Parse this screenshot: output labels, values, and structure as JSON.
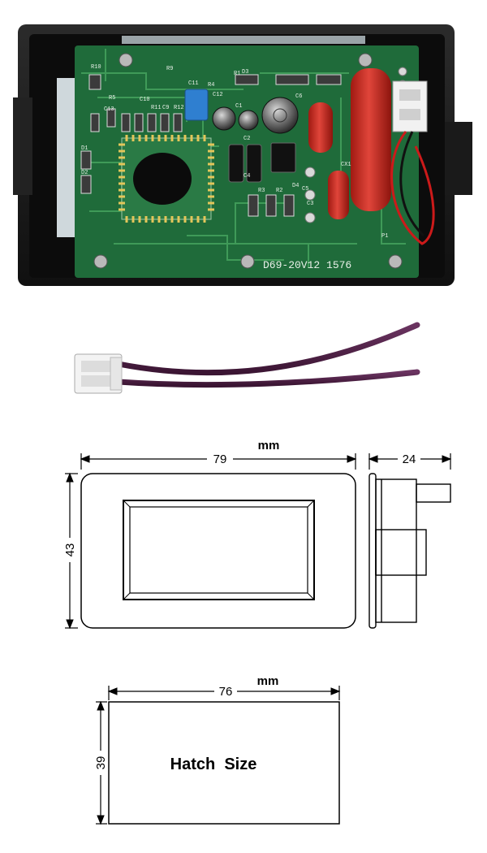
{
  "pcb": {
    "board_marking": "D69-20V12 1576",
    "labels": [
      "R10",
      "R9",
      "C11",
      "C12",
      "R4",
      "C10",
      "R5",
      "R11",
      "C9",
      "R12",
      "C13",
      "D1",
      "D2",
      "D3",
      "C1",
      "C2",
      "C3",
      "C5",
      "C6",
      "CX1",
      "R3",
      "R2",
      "D4",
      "C4",
      "R1",
      "P1"
    ]
  },
  "front_view": {
    "unit": "mm",
    "width_label": "79",
    "height_label": "43",
    "depth_label": "24"
  },
  "hatch": {
    "unit": "mm",
    "width_label": "76",
    "height_label": "39",
    "title": "Hatch  Size"
  },
  "colors": {
    "pcb_green": "#1f6b3a",
    "case_black": "#1c1c1c",
    "capacitor_red": "#c8281c",
    "wire_purple": "#4b1f43"
  }
}
